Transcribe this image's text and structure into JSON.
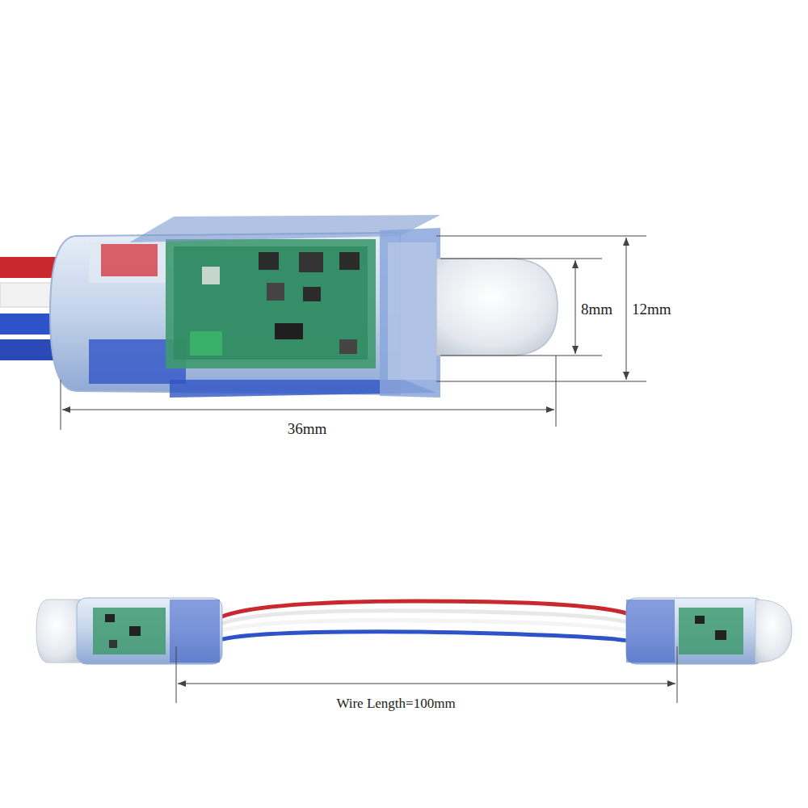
{
  "diagram": {
    "labels": [
      "8mm",
      "12mm",
      "36mm",
      "Wire Length=100mm"
    ]
  }
}
